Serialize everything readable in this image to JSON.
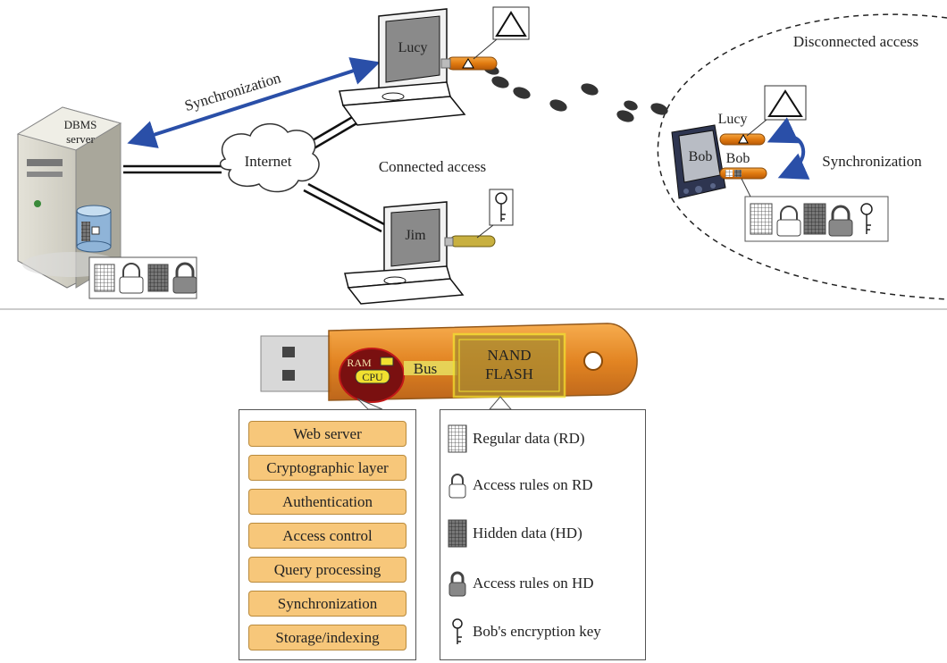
{
  "top": {
    "server_label_line1": "DBMS",
    "server_label_line2": "server",
    "internet_label": "Internet",
    "sync_label_left": "Synchronization",
    "connected_label": "Connected access",
    "disconnected_label": "Disconnected access",
    "lucy_label": "Lucy",
    "jim_label": "Jim",
    "pda_name": "Bob",
    "pda_lucy_tag": "Lucy",
    "pda_bob_tag": "Bob",
    "sync_label_right": "Synchronization"
  },
  "token": {
    "ram_label": "RAM",
    "cpu_label": "CPU",
    "bus_label": "Bus",
    "flash_line1": "NAND",
    "flash_line2": "FLASH"
  },
  "layers": [
    "Web server",
    "Cryptographic layer",
    "Authentication",
    "Access control",
    "Query processing",
    "Synchronization",
    "Storage/indexing"
  ],
  "legend": [
    {
      "icon": "grid-icon",
      "label": "Regular data (RD)"
    },
    {
      "icon": "open-lock-icon",
      "label": "Access rules on RD"
    },
    {
      "icon": "dark-grid-icon",
      "label": "Hidden data (HD)"
    },
    {
      "icon": "closed-lock-icon",
      "label": "Access rules on HD"
    },
    {
      "icon": "key-icon",
      "label": "Bob's encryption key"
    }
  ],
  "colors": {
    "sync_arrow": "#2a4fa8",
    "token_body": "#e8891e",
    "layer_fill": "#f7c77a",
    "flash_border": "#f0e030"
  }
}
